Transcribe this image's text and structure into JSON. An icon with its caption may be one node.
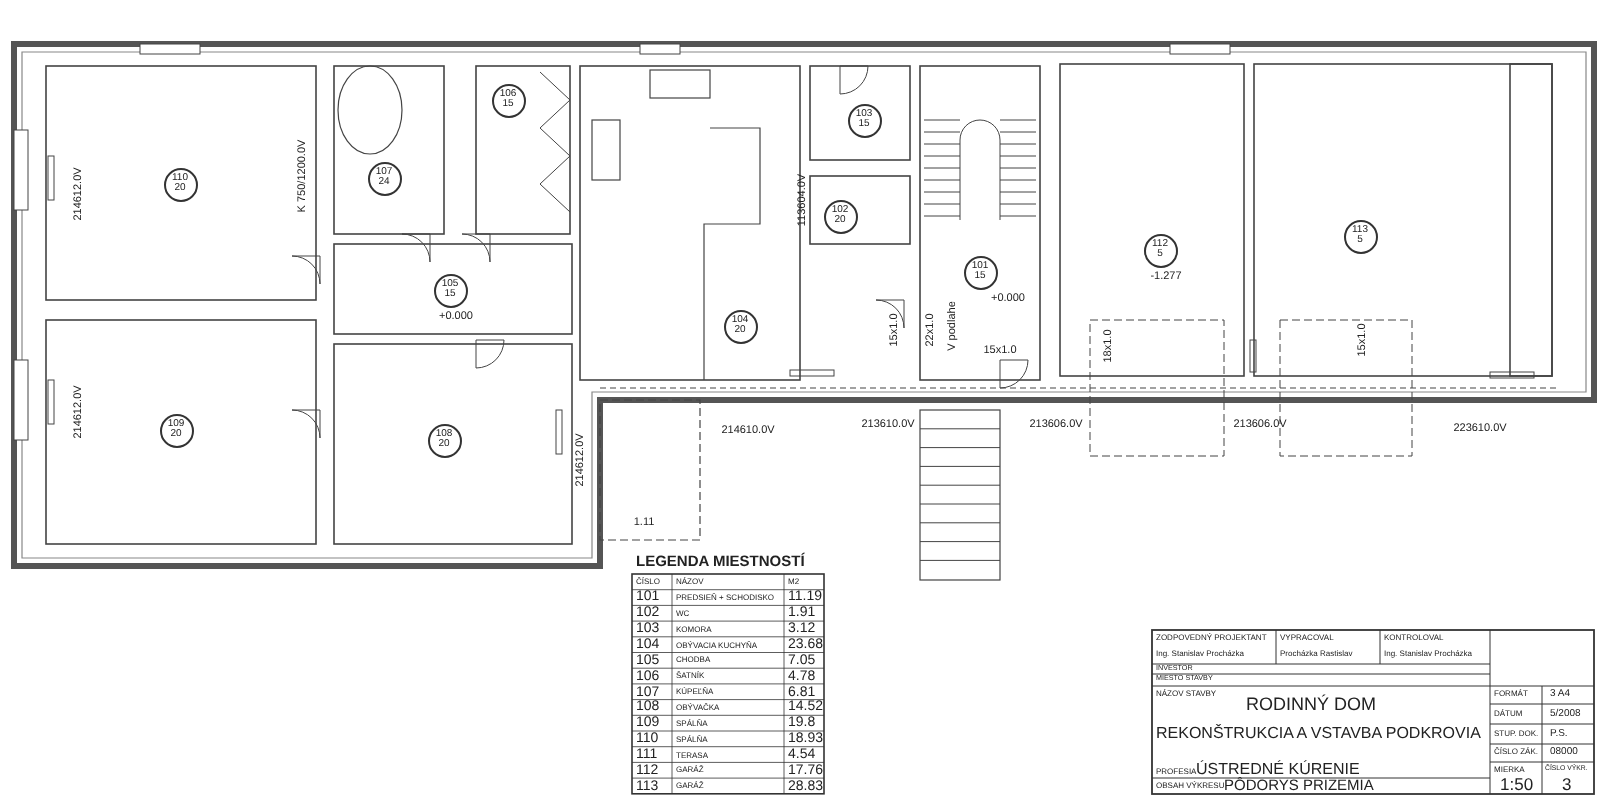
{
  "diagram": {
    "nodes": [
      {
        "text": [
          "106",
          "15"
        ]
      },
      {
        "text": [
          "103",
          "15"
        ]
      },
      {
        "text": [
          "110",
          "20"
        ]
      },
      {
        "text": [
          "107",
          "24"
        ]
      },
      {
        "text": [
          "102",
          "20"
        ]
      },
      {
        "text": [
          "113",
          "5"
        ]
      },
      {
        "text": [
          "112",
          "5"
        ],
        "beside": [
          "-1.277"
        ]
      },
      {
        "text": [
          "101",
          "15"
        ],
        "beside": [
          "+0.000"
        ]
      },
      {
        "text": [
          "105",
          "15"
        ],
        "beside": [
          "+0.000"
        ]
      },
      {
        "text": [
          "104",
          "20"
        ]
      },
      {
        "text": [
          "109",
          "20"
        ]
      },
      {
        "text": [
          "108",
          "20"
        ]
      }
    ],
    "labels": [
      "214612.0V",
      "K 750/1200.0V",
      "113604.0V",
      "214612.0V",
      "15x1.0",
      "22x1.0",
      "V podlahe",
      "15x1.0",
      "18x1.0",
      "15x1.0",
      "214612.0V",
      "214610.0V",
      "213610.0V",
      "213606.0V",
      "213606.0V",
      "223610.0V",
      "1.11",
      "LEGENDA MIESTNOSTÍ",
      "ČÍSLO",
      "NÁZOV",
      "M2",
      "101",
      "PREDSIEŇ + SCHODISKO",
      "11.19",
      "102",
      "WC",
      "1.91",
      "103",
      "KOMORA",
      "3.12",
      "104",
      "OBÝVACIA KUCHYŇA",
      "23.68",
      "105",
      "CHODBA",
      "7.05",
      "106",
      "ŠATNÍK",
      "4.78",
      "107",
      "KÚPEĽŇA",
      "6.81",
      "108",
      "OBÝVAČKA",
      "14.52",
      "109",
      "SPÁLŇA",
      "19.8",
      "110",
      "SPÁLŇA",
      "18.93",
      "111",
      "TERASA",
      "4.54",
      "112",
      "GARÁŽ",
      "17.76",
      "113",
      "GARÁŽ",
      "28.83",
      "ZODPOVEDNÝ PROJEKTANT",
      "Ing. Stanislav Procházka",
      "VYPRACOVAL",
      "Procházka Rastislav",
      "KONTROLOVAL",
      "Ing. Stanislav Procházka",
      "INVESTOR",
      "MIESTO STAVBY",
      "NÁZOV STAVBY",
      "RODINNÝ DOM",
      "REKONŠTRUKCIA A VSTAVBA PODKROVIA",
      "PROFESIA",
      "ÚSTREDNÉ KÚRENIE",
      "OBSAH VÝKRESU",
      "PÔDORYS PRIZEMIA",
      "FORMÁT",
      "3 A4",
      "DÁTUM",
      "5/2008",
      "STUP. DOK.",
      "P.S.",
      "ČÍSLO ZÁK.",
      "08000",
      "MIERKA",
      "1:50",
      "ČÍSLO VÝKR.",
      "3"
    ]
  }
}
